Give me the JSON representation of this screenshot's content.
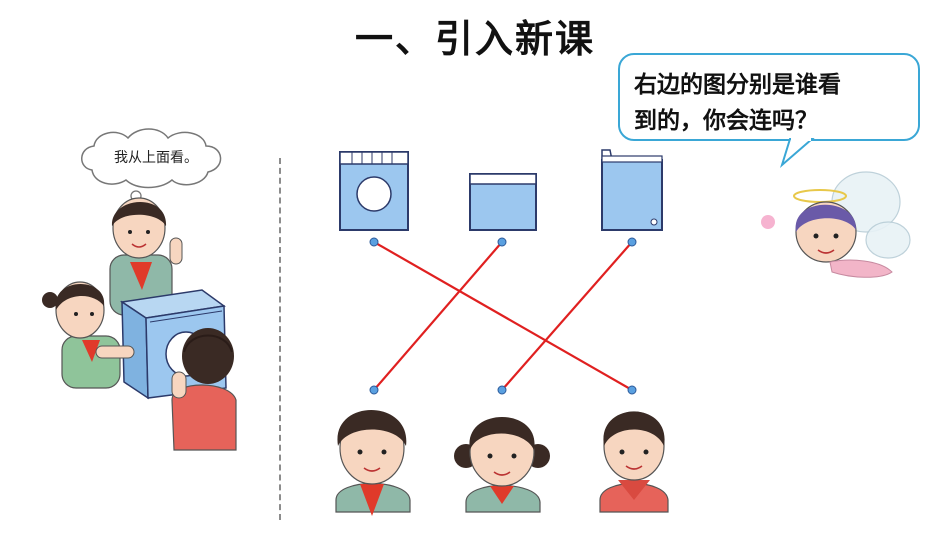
{
  "slide": {
    "title": "一、引入新课"
  },
  "fairy_bubble": {
    "line1": "右边的图分别是谁看",
    "line2": "到的，你会连吗？"
  },
  "thought_bubble": {
    "text": "我从上面看。"
  },
  "colors": {
    "line": "#e02020",
    "appliance_fill": "#9cc7ef",
    "appliance_stroke": "#2c3a6a",
    "bubble_border": "#3aa7d6"
  },
  "matching": [
    {
      "view": "front-view",
      "child": "right-child"
    },
    {
      "view": "top-view",
      "child": "left-child"
    },
    {
      "view": "side-view",
      "child": "middle-child"
    }
  ]
}
